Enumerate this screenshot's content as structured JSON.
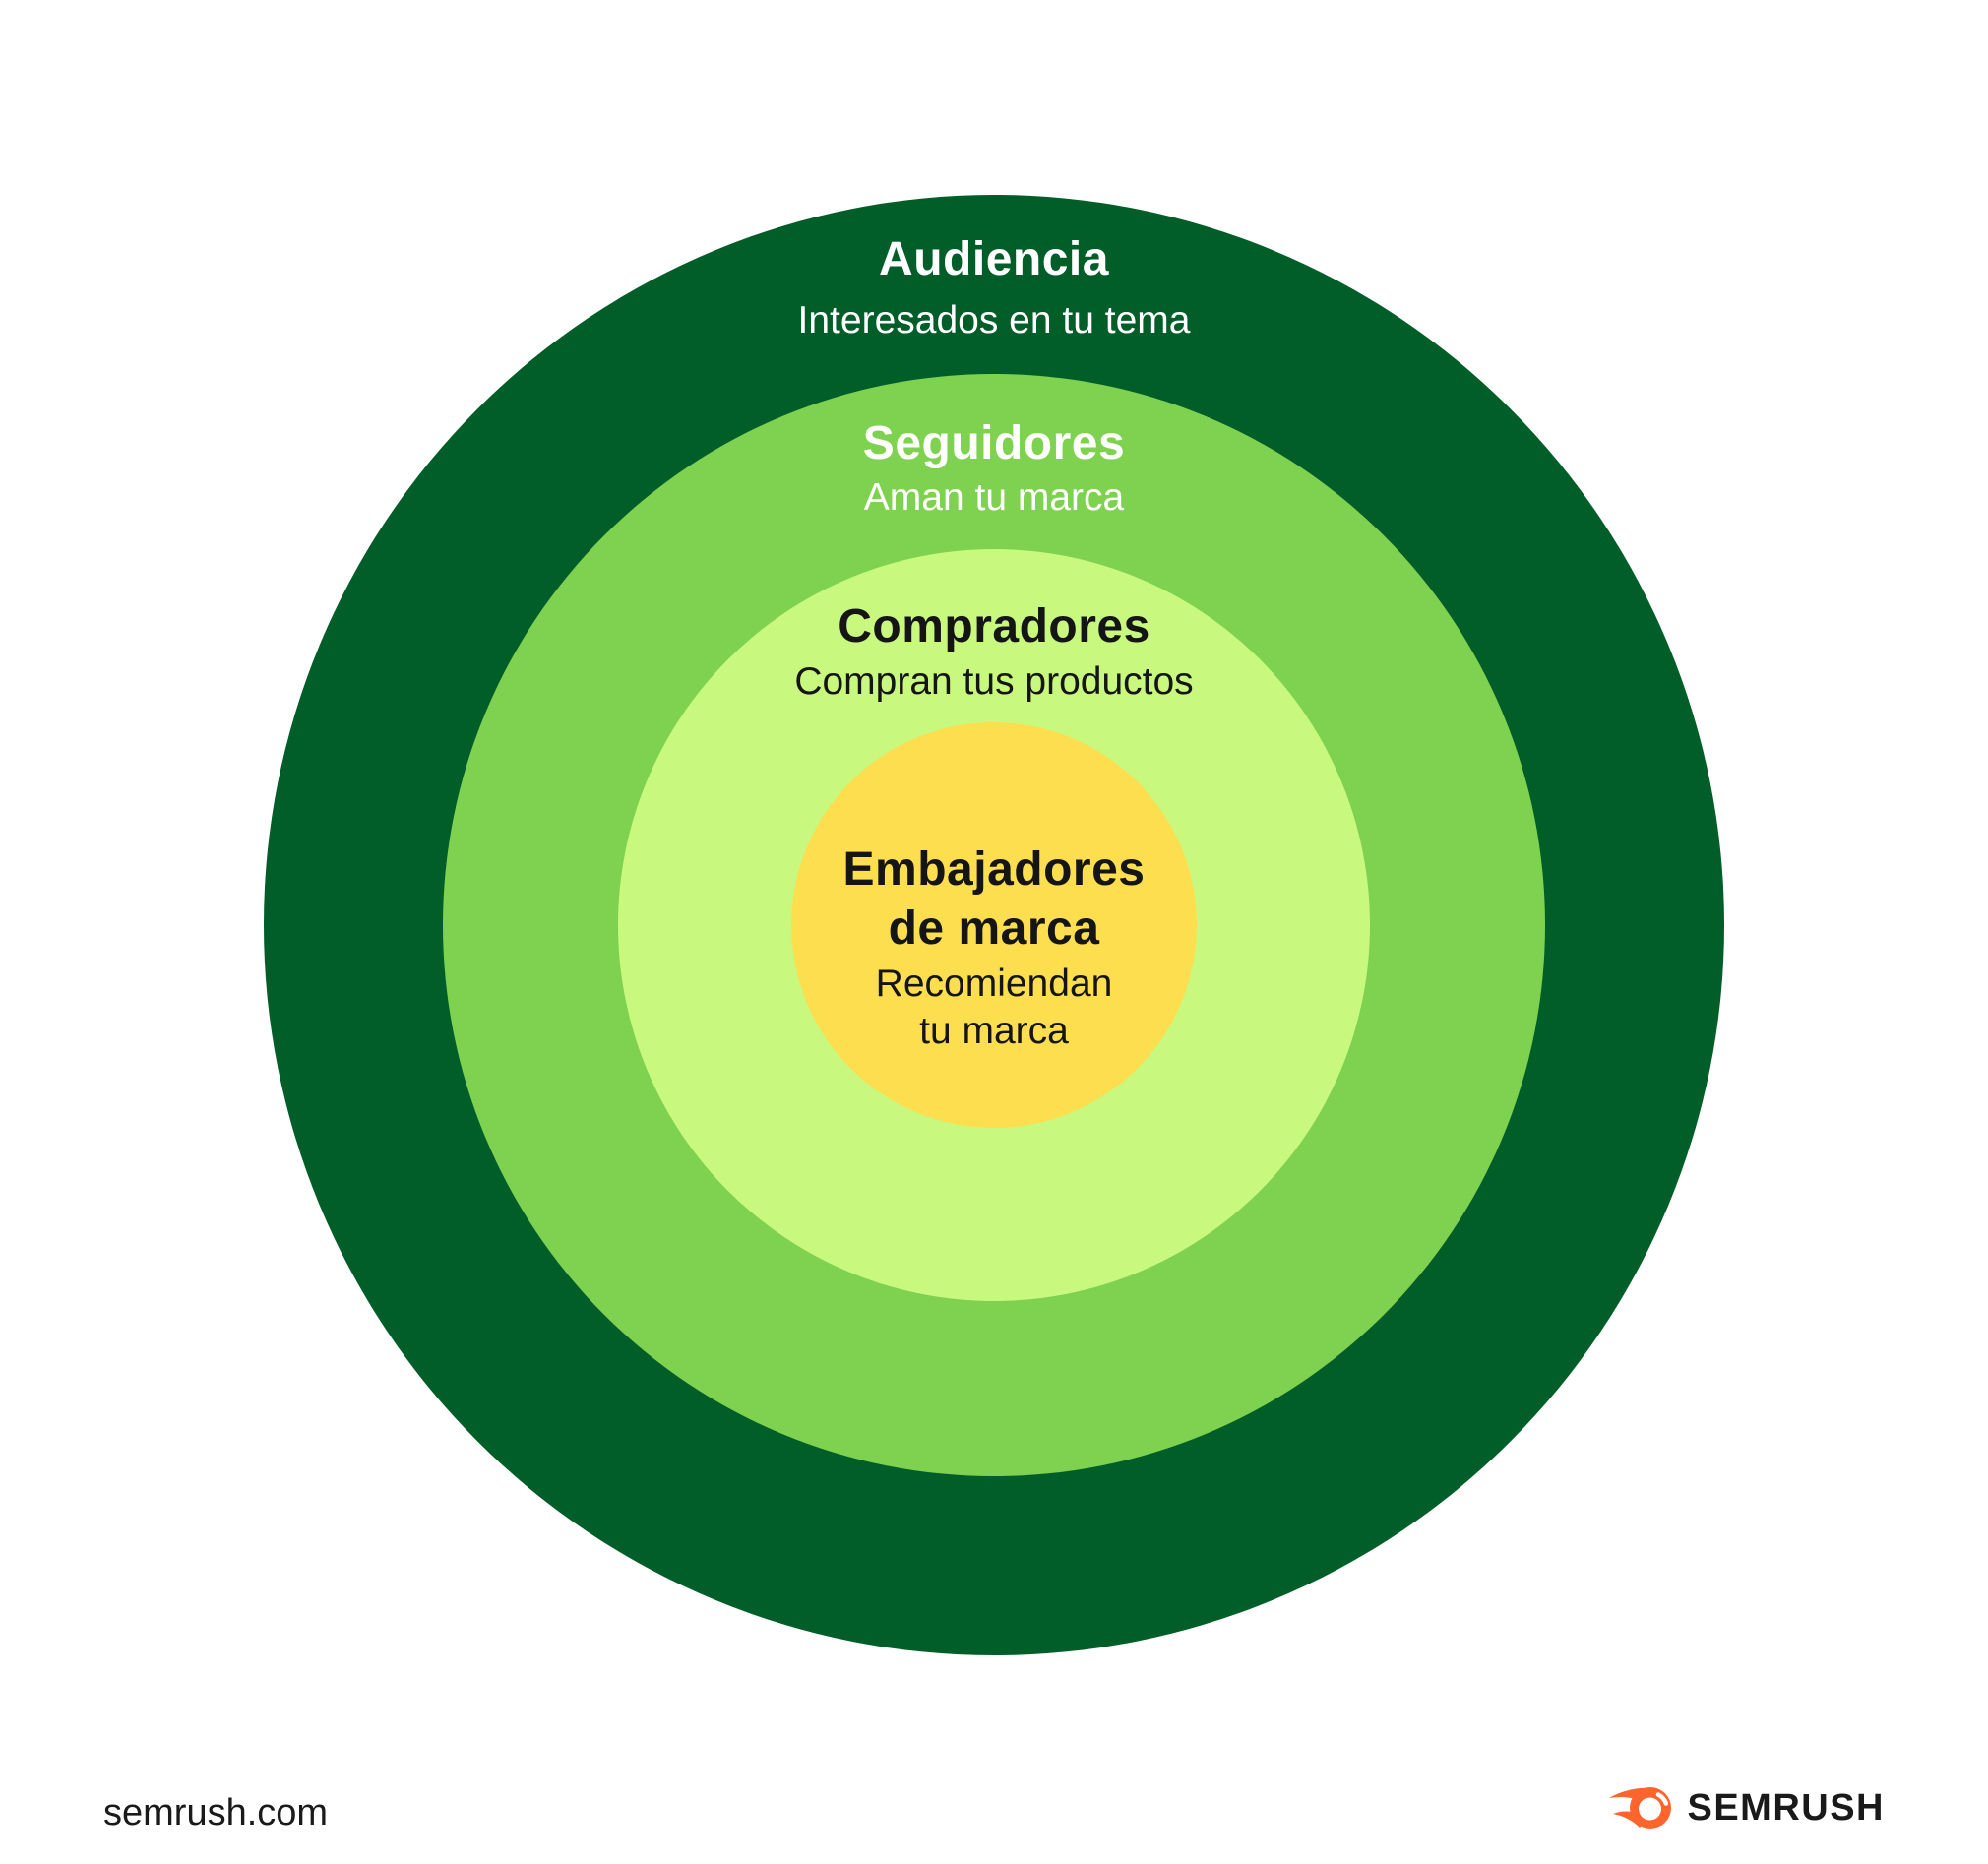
{
  "diagram": {
    "type": "concentric-circles",
    "rings": [
      {
        "name": "audiencia",
        "label": "Audiencia",
        "description": "Interesados en tu tema",
        "color": "#015E28",
        "text_color": "#FFFFFF"
      },
      {
        "name": "seguidores",
        "label": "Seguidores",
        "description": "Aman tu marca",
        "color": "#7FD150",
        "text_color": "#FFFFFF"
      },
      {
        "name": "compradores",
        "label": "Compradores",
        "description": "Compran tus productos",
        "color": "#C9F87F",
        "text_color": "#151515"
      },
      {
        "name": "embajadores-de-marca",
        "label": "Embajadores\nde marca",
        "description": "Recomiendan\ntu marca",
        "color": "#FCDE4F",
        "text_color": "#151515"
      }
    ]
  },
  "footer": {
    "website": "semrush.com",
    "brand": "SEMRUSH",
    "brand_color": "#FF642D",
    "text_color": "#1A1A1A"
  }
}
